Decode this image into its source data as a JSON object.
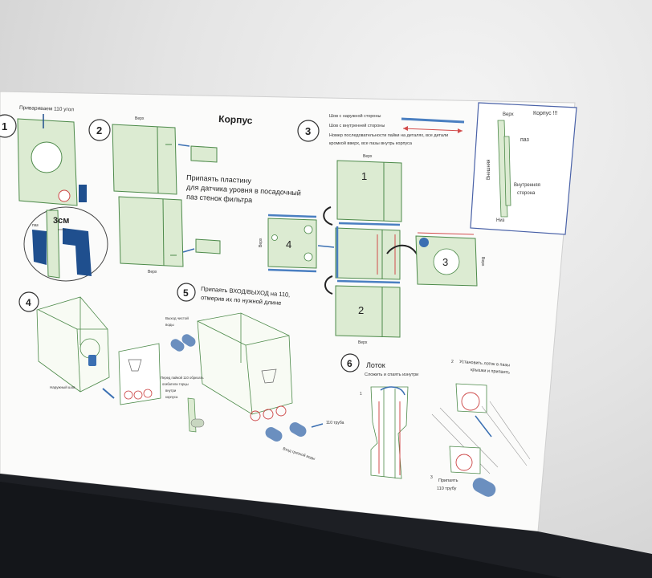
{
  "sheet": {
    "title": "Корпус",
    "step1": {
      "number": "1",
      "caption": "Привариваем 110 угол",
      "gap_label": "3см",
      "slot_label": "паз"
    },
    "step2": {
      "number": "2",
      "panel_top_label": "Верх",
      "panel_bottom_label": "Верх",
      "note_lines": [
        "Припаять пластину",
        "для датчика уровня в посадочный",
        "паз стенок фильтра"
      ]
    },
    "step3": {
      "number": "3",
      "legend_outer": "Шов с наружной стороны",
      "legend_inner": "Шов с внутренней стороны",
      "legend_note_lines": [
        "Номер последовательности пайки на деталях, все детали",
        "кромкой вверх, все пазы внутрь корпуса"
      ],
      "panel1": "1",
      "panel2": "2",
      "panel3": "3",
      "panel4": "4",
      "top_label": "Верх",
      "bottom_label": "Верх",
      "side_label_left": "Верх",
      "side_label_right": "Верх"
    },
    "inset": {
      "title": "Корпус !!!",
      "top": "Верх",
      "slot": "паз",
      "outer": "Внешняя",
      "inner_lines": [
        "Внутренняя",
        "сторона"
      ],
      "bottom": "Низ"
    },
    "step4": {
      "number": "4",
      "caption": "Наружный шов"
    },
    "step5": {
      "number": "5",
      "note_lines": [
        "Припаять ВХОД/ВЫХОД  на 110,",
        "отмерив их по нужной длине"
      ],
      "clean_water_lines": [
        "Выход чистой",
        "воды"
      ],
      "pipe_note_lines": [
        "Перед пайкой 110 обрезать",
        "огибатели торцы",
        "внутри",
        "корпуса"
      ],
      "pipe_label": "110 труба",
      "dirty_water": "Вход грязной воды"
    },
    "step6": {
      "number": "6",
      "title": "Лоток",
      "subtitle": "Сложить и спаять изнутри",
      "marker1": "1",
      "marker2": "2",
      "marker3": "3",
      "install_lines": [
        "Установить лоток в пазы",
        "крышки и припаять"
      ],
      "solder_lines": [
        "Припаять",
        "110 трубу"
      ]
    }
  },
  "colors": {
    "panel_fill": "#dcebd2",
    "panel_line": "#4d8a4a",
    "seam_blue": "#4a7fc1",
    "seam_red": "#d24b4b",
    "dark_blue": "#1f4f8e",
    "arrow_blue": "#3a6fb2"
  }
}
